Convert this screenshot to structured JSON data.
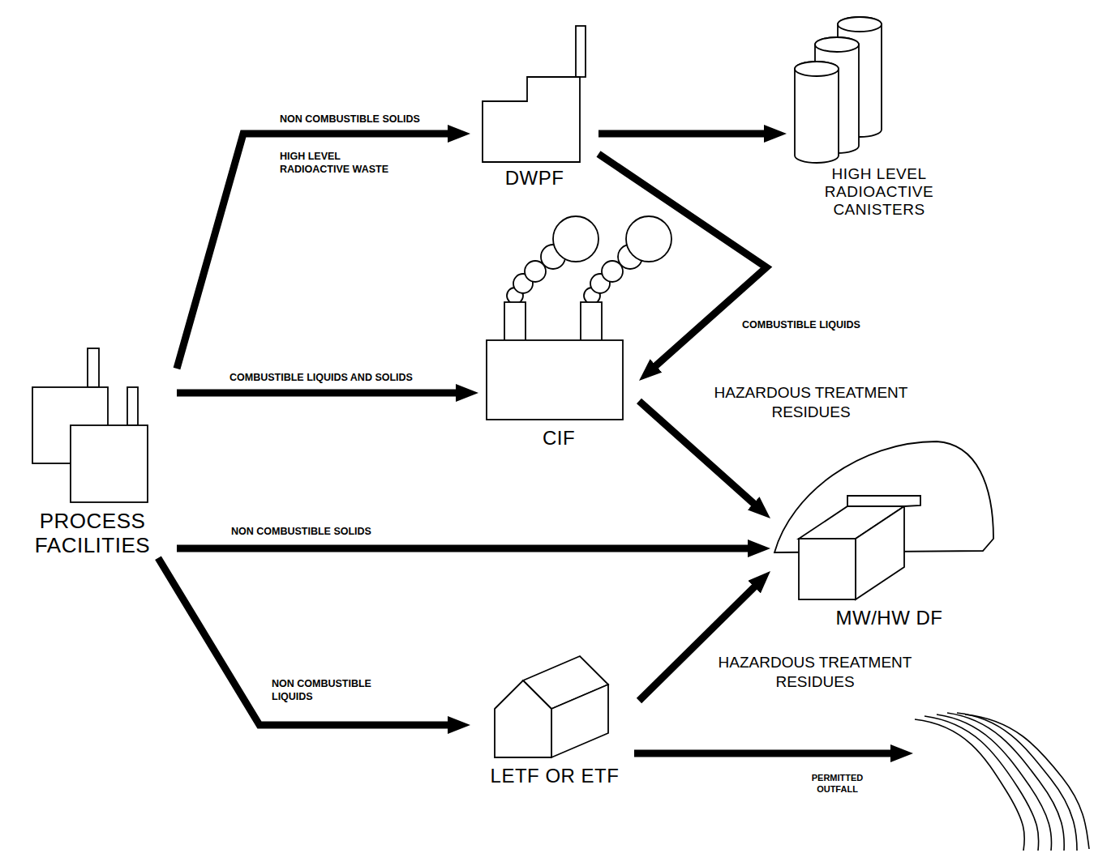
{
  "diagram": {
    "nodes": [
      {
        "text": [
          "PROCESS FACILITIES"
        ]
      },
      {
        "text": [
          "DWPF"
        ]
      },
      {
        "text": [
          "HIGH LEVEL RADIOACTIVE CANISTERS"
        ]
      },
      {
        "text": [
          "CIF"
        ]
      },
      {
        "text": [
          "MW/HW DF"
        ]
      },
      {
        "text": [
          "LETF OR ETF"
        ]
      }
    ],
    "edges": [
      {
        "from": 0,
        "to": 1,
        "arrow": "to",
        "label": "NON COMBUSTIBLE SOLIDS"
      },
      {
        "from": 0,
        "to": 3,
        "arrow": "to",
        "label": "COMBUSTIBLE LIQUIDS AND SOLIDS"
      },
      {
        "from": 0,
        "to": 4,
        "arrow": "to",
        "label": "NON COMBUSTIBLE SOLIDS"
      },
      {
        "from": 0,
        "to": 5,
        "arrow": "to",
        "label": "NON COMBUSTIBLE LIQUIDS"
      },
      {
        "from": 1,
        "to": 2,
        "arrow": "to"
      },
      {
        "from": 1,
        "to": 3,
        "arrow": "to",
        "label": "COMBUSTIBLE LIQUIDS"
      },
      {
        "from": 3,
        "to": 4,
        "arrow": "to",
        "label": "HAZARDOUS TREATMENT RESIDUES"
      },
      {
        "from": 5,
        "to": 4,
        "arrow": "to",
        "label": "HAZARDOUS TREATMENT RESIDUES"
      }
    ],
    "labels": [
      "HIGH LEVEL RADIOACTIVE WASTE",
      "PERMITTED OUTFALL"
    ]
  }
}
